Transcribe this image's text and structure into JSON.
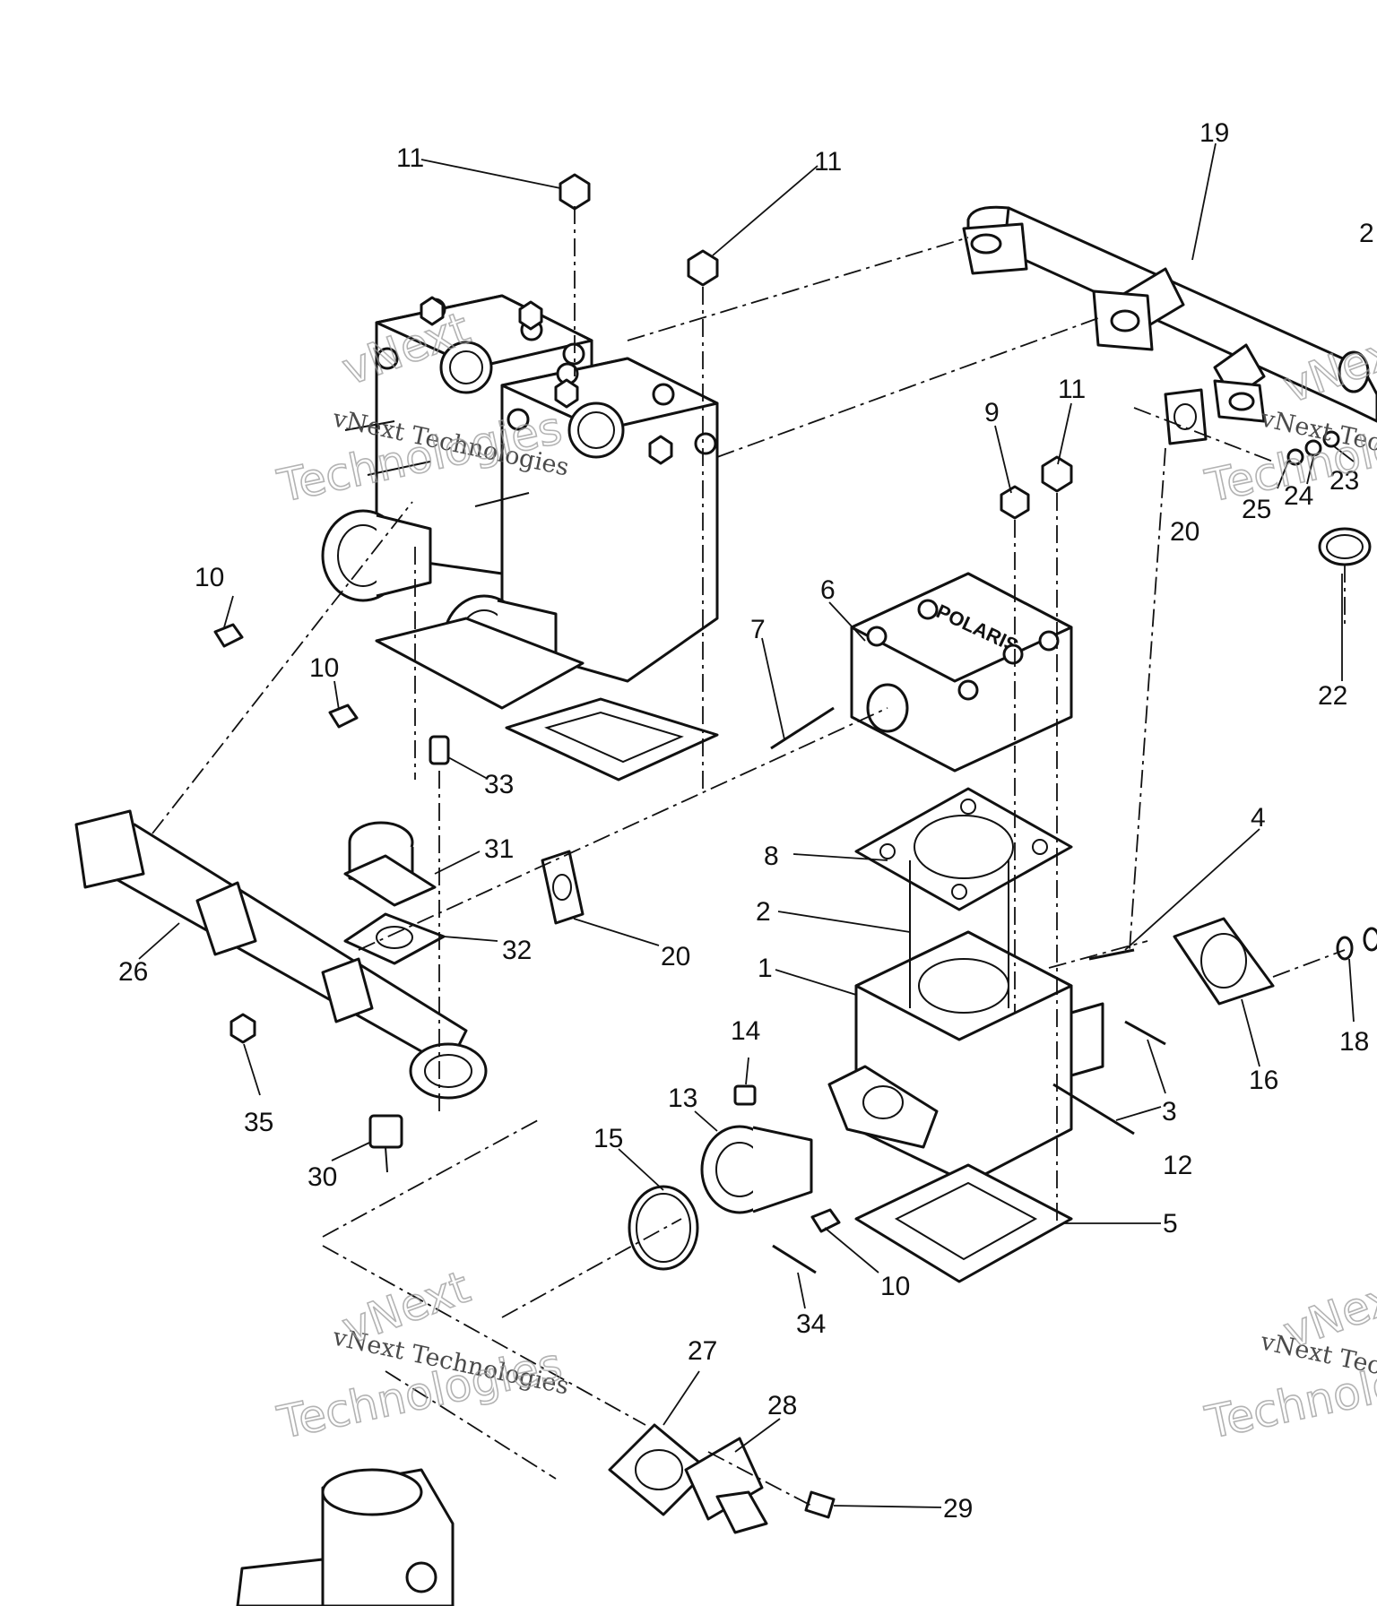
{
  "callouts": {
    "c1": "1",
    "c2": "2",
    "c3": "3",
    "c4": "4",
    "c5": "5",
    "c6": "6",
    "c7": "7",
    "c8": "8",
    "c9": "9",
    "c10a": "10",
    "c10b": "10",
    "c10c": "10",
    "c11a": "11",
    "c11b": "11",
    "c11c": "11",
    "c12": "12",
    "c13": "13",
    "c14": "14",
    "c15": "15",
    "c16": "16",
    "c18": "18",
    "c19": "19",
    "c20a": "20",
    "c20b": "20",
    "c21": "2",
    "c22": "22",
    "c23": "23",
    "c24": "24",
    "c25": "25",
    "c26": "26",
    "c27": "27",
    "c28": "28",
    "c29": "29",
    "c30": "30",
    "c31": "31",
    "c32": "32",
    "c33": "33",
    "c34": "34",
    "c35": "35"
  },
  "head_logo": "POLARIS",
  "watermark": {
    "company": "vNext Technologies",
    "line1": "vNext",
    "line2": "Technologies"
  }
}
